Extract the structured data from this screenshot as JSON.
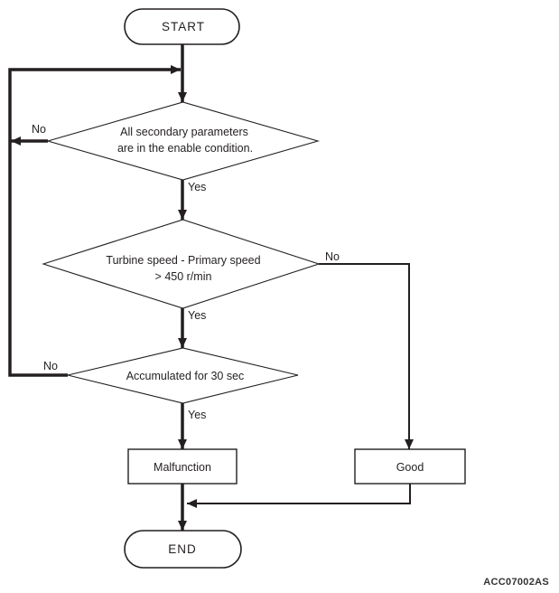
{
  "figure": {
    "code": "ACC07002AS"
  },
  "flowchart": {
    "start_label": "START",
    "end_label": "END",
    "decisions": {
      "secondary_params": {
        "line1": "All secondary parameters",
        "line2": "are in the enable condition."
      },
      "turbine_speed": {
        "line1": "Turbine speed - Primary speed",
        "line2": "> 450 r/min"
      },
      "accumulated": {
        "label": "Accumulated for 30 sec"
      }
    },
    "results": {
      "malfunction": "Malfunction",
      "good": "Good"
    },
    "branch_labels": {
      "no1": "No",
      "yes1": "Yes",
      "no2": "No",
      "yes2": "Yes",
      "no3": "No",
      "yes3": "Yes"
    },
    "colors": {
      "line": "#231f20",
      "background": "#ffffff"
    }
  }
}
